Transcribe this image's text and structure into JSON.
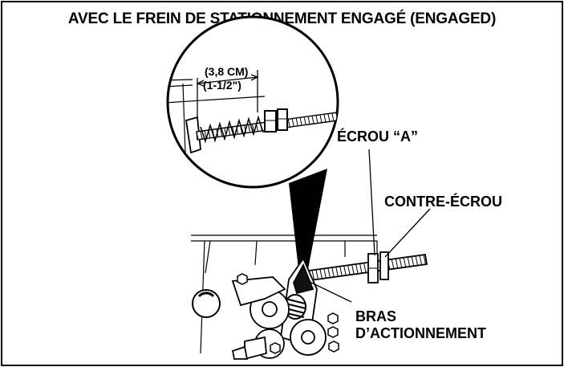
{
  "title": "AVEC LE FREIN DE STATIONNEMENT ENGAGÉ (ENGAGED)",
  "callouts": {
    "nut_a": "ÉCROU “A”",
    "lock_nut": "CONTRE-ÉCROU",
    "actuating_arm_line1": "BRAS",
    "actuating_arm_line2": "D’ACTIONNEMENT"
  },
  "dimension": {
    "metric": "(3,8 CM)",
    "imperial": "(1-1/2\")"
  },
  "colors": {
    "ink": "#000000",
    "paper": "#ffffff"
  }
}
